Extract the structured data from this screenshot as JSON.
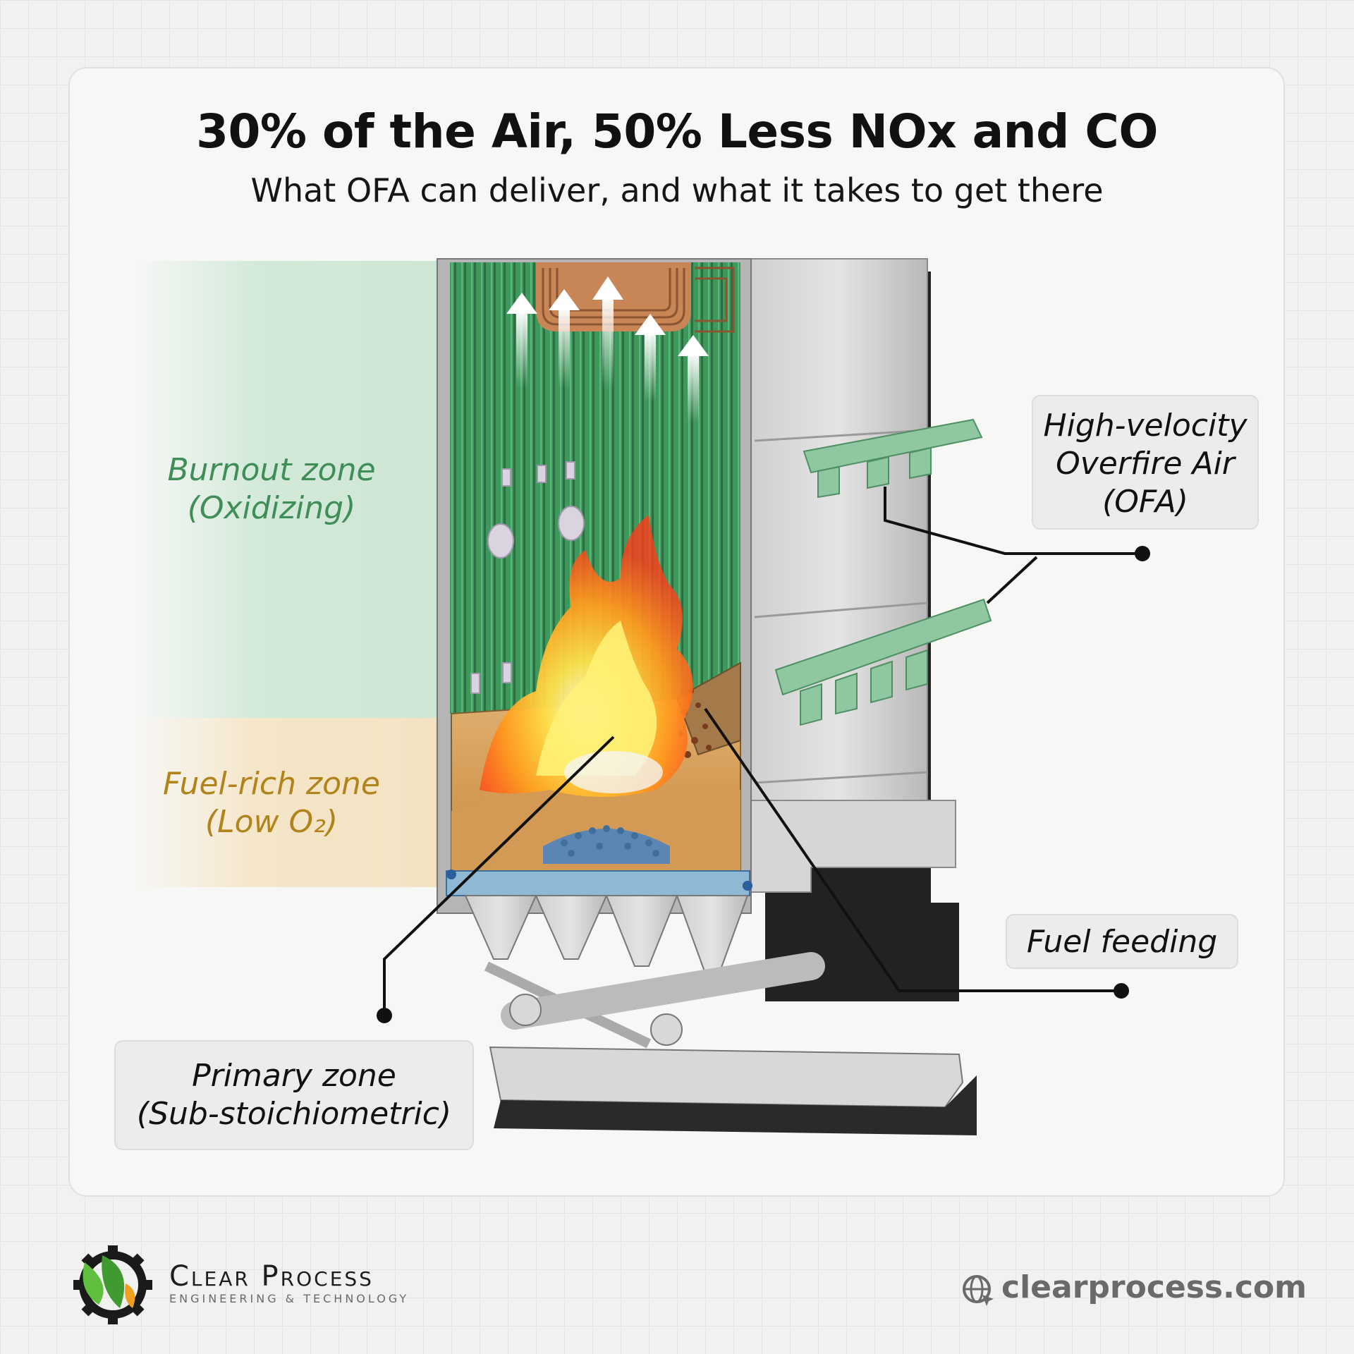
{
  "header": {
    "title": "30% of the Air, 50% Less NOx and CO",
    "subtitle": "What OFA can deliver, and what it takes to get there"
  },
  "zones": {
    "burnout_line1": "Burnout zone",
    "burnout_line2": "(Oxidizing)",
    "fuel_rich_line1": "Fuel-rich zone",
    "fuel_rich_line2": "(Low O₂)"
  },
  "callouts": {
    "ofa_line1": "High-velocity",
    "ofa_line2": "Overfire Air",
    "ofa_line3": "(OFA)",
    "fuel_feeding": "Fuel feeding",
    "primary_line1": "Primary zone",
    "primary_line2": "(Sub-stoichiometric)"
  },
  "footer": {
    "brand": "Clear Process",
    "brand_sub": "ENGINEERING & TECHNOLOGY",
    "website": "clearprocess.com"
  },
  "colors": {
    "burnout_green": "#3f8d57",
    "fuel_rich_gold": "#b1841b",
    "wall_green": "#3f9a5e",
    "ofa_green": "#8fc7a0"
  },
  "icons": {
    "logo": "gear-leaf-logo-icon",
    "website": "globe-cursor-icon"
  }
}
